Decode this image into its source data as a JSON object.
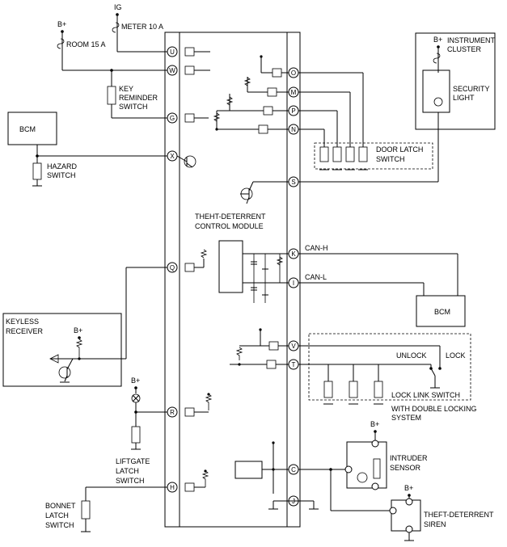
{
  "labels": {
    "ig": "IG",
    "meter": "METER 10 A",
    "bplus": "B+",
    "room": "ROOM 15 A",
    "key1": "KEY",
    "key2": "REMINDER",
    "key3": "SWITCH",
    "bcm": "BCM",
    "hazard1": "HAZARD",
    "hazard2": "SWITCH",
    "instr1": "INSTRUMENT",
    "instr2": "CLUSTER",
    "sec1": "SECURITY",
    "sec2": "LIGHT",
    "door1": "DOOR LATCH",
    "door2": "SWITCH",
    "module1": "THEHT-DETERRENT",
    "module2": "CONTROL MODULE",
    "canh": "CAN-H",
    "canl": "CAN-L",
    "keyless1": "KEYLESS",
    "keyless2": "RECEIVER",
    "unlock": "UNLOCK",
    "lock": "LOCK",
    "locklink": "LOCK LINK SWITCH",
    "dbl1": "WITH DOUBLE LOCKING",
    "dbl2": "SYSTEM",
    "liftgate1": "LIFTGATE",
    "liftgate2": "LATCH",
    "liftgate3": "SWITCH",
    "intruder1": "INTRUDER",
    "intruder2": "SENSOR",
    "bonnet1": "BONNET",
    "bonnet2": "LATCH",
    "bonnet3": "SWITCH",
    "siren1": "THEFT-DETERRENT",
    "siren2": "SIREN"
  },
  "pins": {
    "U": "U",
    "W": "W",
    "G": "G",
    "X": "X",
    "Q": "Q",
    "R": "R",
    "H": "H",
    "O": "O",
    "M": "M",
    "P": "P",
    "N": "N",
    "S": "S",
    "K": "K",
    "I": "I",
    "V": "V",
    "T": "T",
    "C": "C",
    "J": "J"
  }
}
